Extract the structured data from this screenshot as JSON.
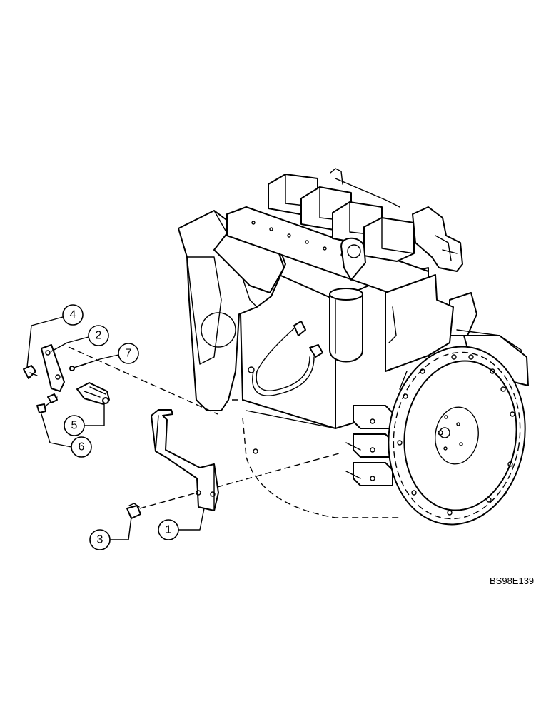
{
  "diagram": {
    "callouts": [
      {
        "id": "callout-1",
        "label": "1"
      },
      {
        "id": "callout-2",
        "label": "2"
      },
      {
        "id": "callout-3",
        "label": "3"
      },
      {
        "id": "callout-4",
        "label": "4"
      },
      {
        "id": "callout-5",
        "label": "5"
      },
      {
        "id": "callout-6",
        "label": "6"
      },
      {
        "id": "callout-7",
        "label": "7"
      }
    ],
    "drawing_code": "BS98E139"
  }
}
